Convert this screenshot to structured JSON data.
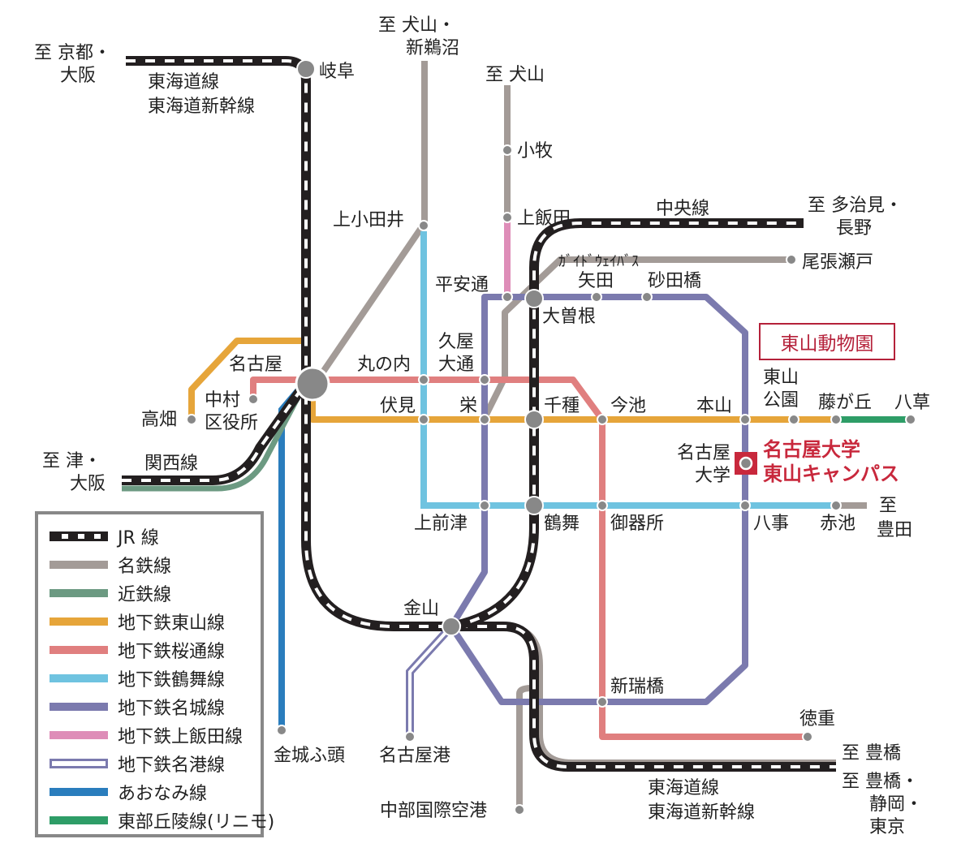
{
  "colors": {
    "jr": "#231f20",
    "meitetsu": "#a39b97",
    "kintetsu": "#6c9a82",
    "higashiyama": "#e6a53a",
    "sakuradori": "#e07f7f",
    "tsurumai": "#6fc3e0",
    "meijo": "#7b7aae",
    "kamiiida": "#de8db8",
    "meiko": "#7b7aae",
    "aonami": "#2a7dbd",
    "linimo": "#2e9d67",
    "accent": "#c8283c"
  },
  "destinations": {
    "kyoto_osaka": [
      "至 京都・",
      "大阪"
    ],
    "inuyama_shinunuma": [
      "至 犬山・",
      "新鵜沼"
    ],
    "inuyama": "至 犬山",
    "tajimi_nagano": [
      "至 多治見・",
      "長野"
    ],
    "tsu_osaka": [
      "至 津・",
      "大阪"
    ],
    "toyota": [
      "至",
      "豊田"
    ],
    "toyohashi": "至 豊橋",
    "toyohashi_shizuoka_tokyo": [
      "至 豊橋・",
      "静岡・",
      "東京"
    ]
  },
  "line_labels": {
    "tokaido_north": [
      "東海道線",
      "東海道新幹線"
    ],
    "chuo": "中央線",
    "kansai": "関西線",
    "tokaido_south": [
      "東海道線",
      "東海道新幹線"
    ]
  },
  "stations": {
    "gifu": "岐阜",
    "kamiotai": "上小田井",
    "komaki": "小牧",
    "kamiiida": "上飯田",
    "guideway": "ｶﾞｲﾄﾞｳｪｲﾊﾞｽ",
    "owari_seto": "尾張瀬戸",
    "heian_dori": "平安通",
    "yada": "矢田",
    "sunadabashi": "砂田橋",
    "ozone": "大曽根",
    "nagoya": "名古屋",
    "marunouchi": "丸の内",
    "hisaya_odori": [
      "久屋",
      "大通"
    ],
    "takabata": "高畑",
    "nakamura_kuyakusho": [
      "中村",
      "区役所"
    ],
    "fushimi": "伏見",
    "sakae": "栄",
    "chikusa": "千種",
    "imaike": "今池",
    "motoyama": "本山",
    "higashiyama_koen": [
      "東山",
      "公園"
    ],
    "fujigaoka": "藤が丘",
    "yakusa": "八草",
    "nagoya_daigaku": [
      "名古屋",
      "大学"
    ],
    "kamimaezu": "上前津",
    "tsurumai": "鶴舞",
    "gokiso": "御器所",
    "yagoto": "八事",
    "akaike": "赤池",
    "kanayama": "金山",
    "aratamabashi": "新瑞橋",
    "tokushige": "徳重",
    "kinjo_futo": "金城ふ頭",
    "nagoyako": "名古屋港",
    "centrair": "中部国際空港"
  },
  "campus": [
    "名古屋大学",
    "東山キャンパス"
  ],
  "zoo_label": "東山動物園",
  "legend": [
    {
      "key": "jr",
      "label": "JR 線"
    },
    {
      "key": "meitetsu",
      "label": "名鉄線"
    },
    {
      "key": "kintetsu",
      "label": "近鉄線"
    },
    {
      "key": "higashiyama",
      "label": "地下鉄東山線"
    },
    {
      "key": "sakuradori",
      "label": "地下鉄桜通線"
    },
    {
      "key": "tsurumai",
      "label": "地下鉄鶴舞線"
    },
    {
      "key": "meijo",
      "label": "地下鉄名城線"
    },
    {
      "key": "kamiiida",
      "label": "地下鉄上飯田線"
    },
    {
      "key": "meiko",
      "label": "地下鉄名港線"
    },
    {
      "key": "aonami",
      "label": "あおなみ線"
    },
    {
      "key": "linimo",
      "label": "東部丘陵線(リニモ)"
    }
  ]
}
